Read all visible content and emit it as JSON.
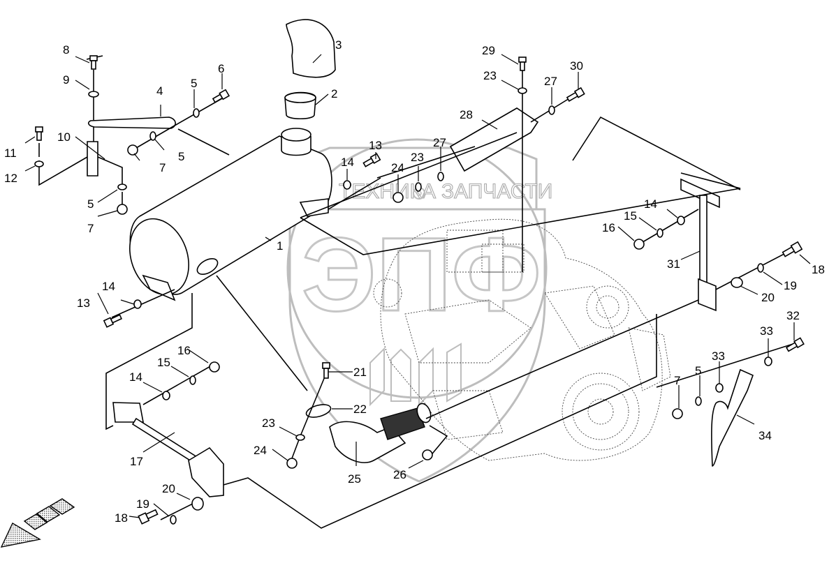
{
  "diagram": {
    "type": "exploded-parts-diagram",
    "subject": "Engine exhaust system (muffler, brackets, exhaust pipe) mounting",
    "watermark": {
      "left_text": "ТЕХНИКА",
      "right_text": "ЗАПЧАСТИ",
      "gear_icon": "gear-icon",
      "logo_letters": "ЭПФ"
    },
    "direction_arrow": "front-direction-arrow",
    "callouts": [
      {
        "id": "c1",
        "label": "1",
        "part": "muffler"
      },
      {
        "id": "c2",
        "label": "2",
        "part": "clamp"
      },
      {
        "id": "c3",
        "label": "3",
        "part": "elbow-pipe"
      },
      {
        "id": "c4",
        "label": "4",
        "part": "bracket"
      },
      {
        "id": "c5a",
        "label": "5",
        "part": "washer"
      },
      {
        "id": "c5b",
        "label": "5",
        "part": "washer"
      },
      {
        "id": "c5c",
        "label": "5",
        "part": "washer"
      },
      {
        "id": "c5d",
        "label": "5",
        "part": "washer"
      },
      {
        "id": "c6",
        "label": "6",
        "part": "bolt"
      },
      {
        "id": "c7a",
        "label": "7",
        "part": "nut"
      },
      {
        "id": "c7b",
        "label": "7",
        "part": "nut"
      },
      {
        "id": "c7c",
        "label": "7",
        "part": "nut"
      },
      {
        "id": "c8",
        "label": "8",
        "part": "bolt"
      },
      {
        "id": "c9",
        "label": "9",
        "part": "washer"
      },
      {
        "id": "c10",
        "label": "10",
        "part": "plate"
      },
      {
        "id": "c11",
        "label": "11",
        "part": "bolt"
      },
      {
        "id": "c12",
        "label": "12",
        "part": "washer"
      },
      {
        "id": "c13a",
        "label": "13",
        "part": "bolt"
      },
      {
        "id": "c13b",
        "label": "13",
        "part": "bolt"
      },
      {
        "id": "c14a",
        "label": "14",
        "part": "washer"
      },
      {
        "id": "c14b",
        "label": "14",
        "part": "washer"
      },
      {
        "id": "c14c",
        "label": "14",
        "part": "washer"
      },
      {
        "id": "c14d",
        "label": "14",
        "part": "washer"
      },
      {
        "id": "c15a",
        "label": "15",
        "part": "lock-washer"
      },
      {
        "id": "c15b",
        "label": "15",
        "part": "lock-washer"
      },
      {
        "id": "c16a",
        "label": "16",
        "part": "nut"
      },
      {
        "id": "c16b",
        "label": "16",
        "part": "nut"
      },
      {
        "id": "c17",
        "label": "17",
        "part": "support-bracket"
      },
      {
        "id": "c18a",
        "label": "18",
        "part": "cap-screw"
      },
      {
        "id": "c18b",
        "label": "18",
        "part": "cap-screw"
      },
      {
        "id": "c19a",
        "label": "19",
        "part": "washer"
      },
      {
        "id": "c19b",
        "label": "19",
        "part": "washer"
      },
      {
        "id": "c20a",
        "label": "20",
        "part": "spacer"
      },
      {
        "id": "c20b",
        "label": "20",
        "part": "spacer"
      },
      {
        "id": "c21",
        "label": "21",
        "part": "bolt"
      },
      {
        "id": "c22",
        "label": "22",
        "part": "clamp"
      },
      {
        "id": "c23a",
        "label": "23",
        "part": "washer"
      },
      {
        "id": "c23b",
        "label": "23",
        "part": "washer"
      },
      {
        "id": "c23c",
        "label": "23",
        "part": "washer"
      },
      {
        "id": "c24a",
        "label": "24",
        "part": "nut"
      },
      {
        "id": "c24b",
        "label": "24",
        "part": "nut"
      },
      {
        "id": "c25",
        "label": "25",
        "part": "exhaust-pipe"
      },
      {
        "id": "c26",
        "label": "26",
        "part": "nut"
      },
      {
        "id": "c27a",
        "label": "27",
        "part": "washer"
      },
      {
        "id": "c27b",
        "label": "27",
        "part": "washer"
      },
      {
        "id": "c28",
        "label": "28",
        "part": "heat-shield"
      },
      {
        "id": "c29",
        "label": "29",
        "part": "bolt"
      },
      {
        "id": "c30",
        "label": "30",
        "part": "bolt"
      },
      {
        "id": "c31",
        "label": "31",
        "part": "support-post"
      },
      {
        "id": "c32",
        "label": "32",
        "part": "bolt"
      },
      {
        "id": "c33a",
        "label": "33",
        "part": "washer"
      },
      {
        "id": "c33b",
        "label": "33",
        "part": "washer"
      },
      {
        "id": "c34",
        "label": "34",
        "part": "bracket"
      }
    ]
  }
}
